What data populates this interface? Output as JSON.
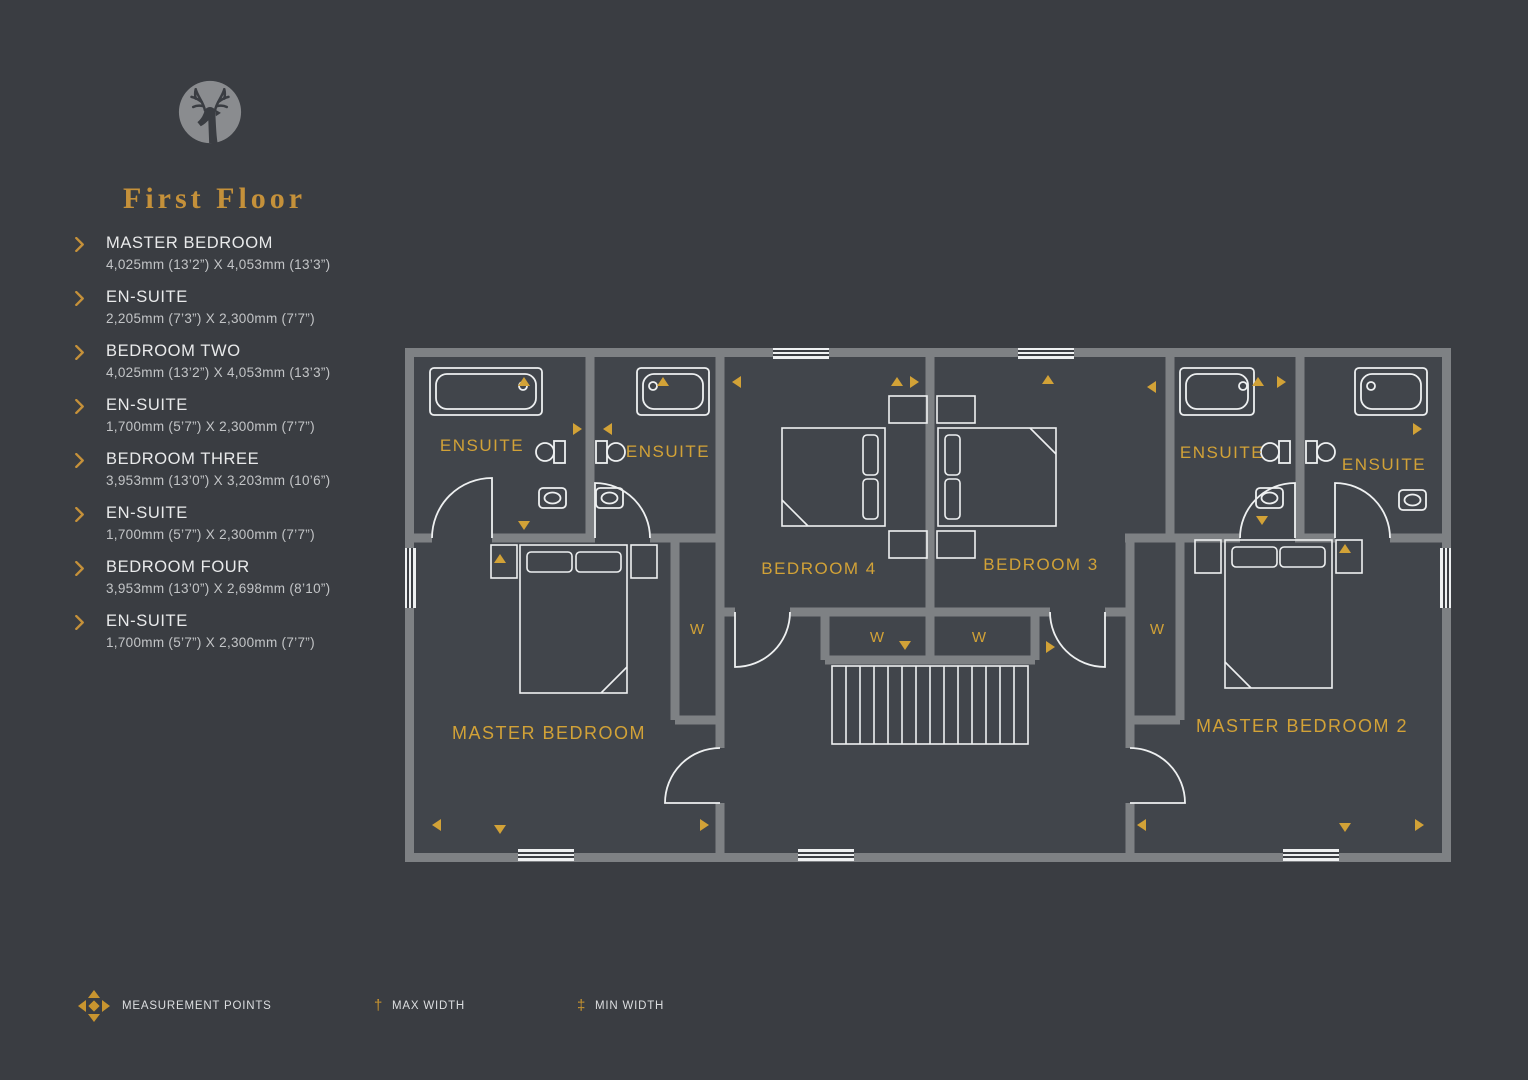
{
  "page": {
    "title": "First Floor"
  },
  "rooms": [
    {
      "name": "MASTER BEDROOM",
      "dims": "4,025mm (13’2”) X 4,053mm (13’3”)"
    },
    {
      "name": "EN-SUITE",
      "dims": "2,205mm (7’3”) X 2,300mm (7’7”)"
    },
    {
      "name": "BEDROOM TWO",
      "dims": "4,025mm (13’2”) X 4,053mm (13’3”)"
    },
    {
      "name": "EN-SUITE",
      "dims": "1,700mm (5’7”) X 2,300mm (7’7”)"
    },
    {
      "name": "BEDROOM THREE",
      "dims": "3,953mm (13’0”) X 3,203mm (10’6”)"
    },
    {
      "name": "EN-SUITE",
      "dims": "1,700mm (5’7”) X 2,300mm (7’7”)"
    },
    {
      "name": "BEDROOM FOUR",
      "dims": "3,953mm (13’0”) X 2,698mm (8’10”)"
    },
    {
      "name": "EN-SUITE",
      "dims": "1,700mm (5’7”) X 2,300mm (7’7”)"
    }
  ],
  "plan": {
    "ensuite": "ENSUITE",
    "bedroom4": "BEDROOM 4",
    "bedroom3": "BEDROOM 3",
    "master_bedroom": "MASTER BEDROOM",
    "master_bedroom_2": "MASTER BEDROOM 2",
    "wardrobe": "W"
  },
  "legend": {
    "measurement_points": "MEASUREMENT POINTS",
    "max_width_symbol": "†",
    "max_width": "MAX WIDTH",
    "min_width_symbol": "‡",
    "min_width": "MIN WIDTH"
  },
  "colors": {
    "background": "#3a3d42",
    "wall_gray": "#7e8184",
    "plan_floor": "#41454b",
    "gold_sidebar": "#c5913a",
    "gold_plan": "#d2a237",
    "line_white": "#eef0f1"
  }
}
